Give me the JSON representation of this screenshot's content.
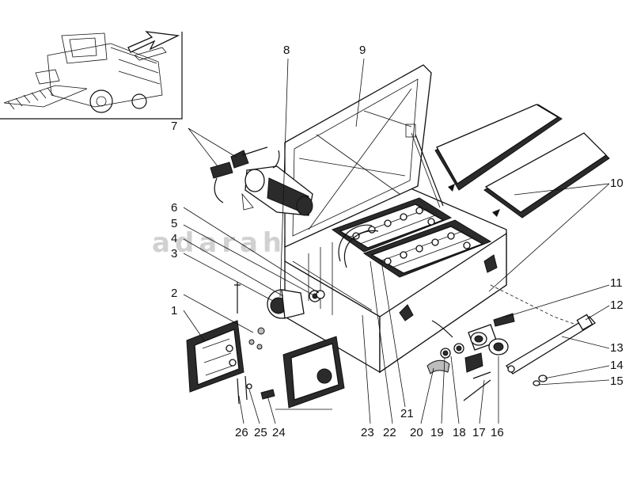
{
  "callouts": [
    "1",
    "2",
    "3",
    "4",
    "5",
    "6",
    "7",
    "8",
    "9",
    "10",
    "11",
    "12",
    "13",
    "14",
    "15",
    "16",
    "17",
    "18",
    "19",
    "20",
    "21",
    "22",
    "23",
    "24",
    "25",
    "26"
  ],
  "watermark": "adarahiaka"
}
